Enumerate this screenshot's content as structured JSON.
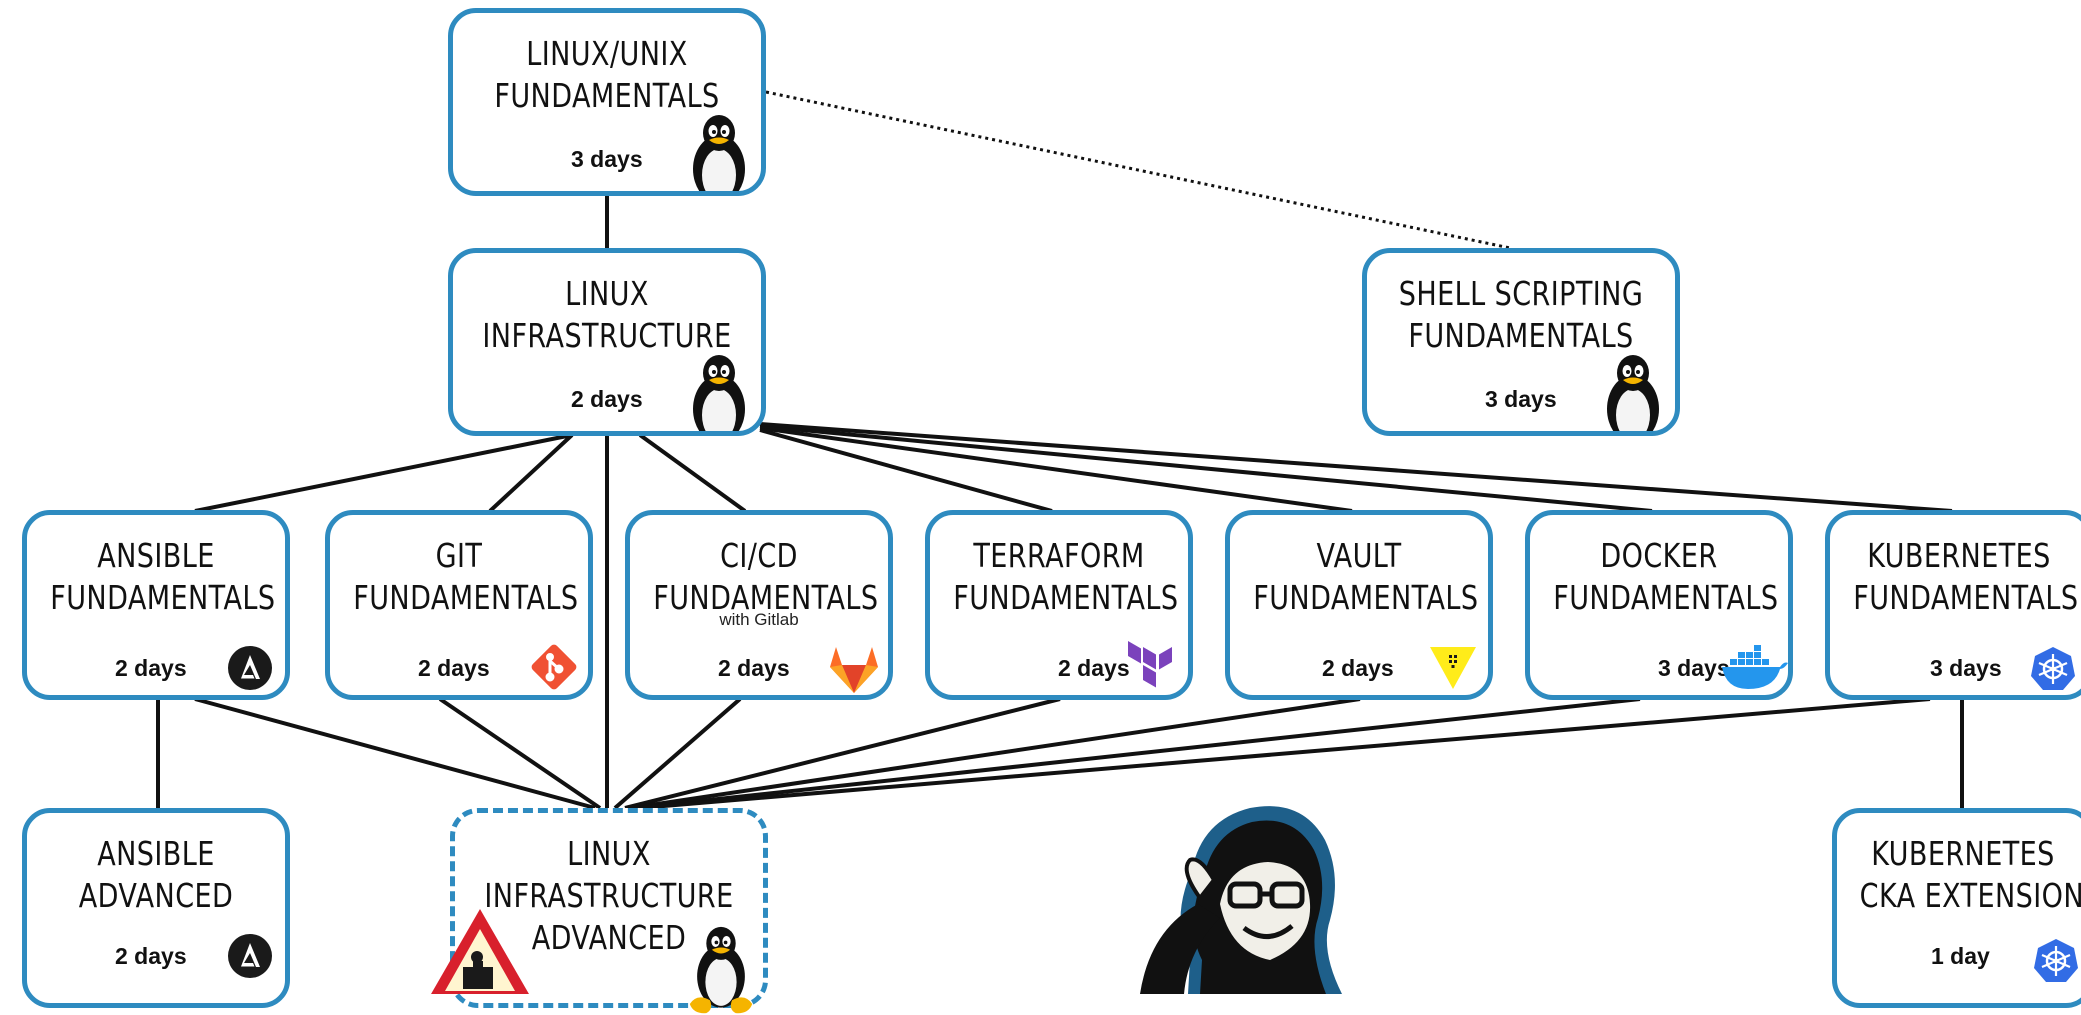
{
  "nodes": {
    "linux_unix": {
      "title": "LINUX/UNIX\nFUNDAMENTALS",
      "duration": "3 days",
      "icon": "tux-penguin-icon"
    },
    "linux_infra": {
      "title": "LINUX\nINFRASTRUCTURE",
      "duration": "2 days",
      "icon": "tux-penguin-icon"
    },
    "shell": {
      "title": "SHELL SCRIPTING\nFUNDAMENTALS",
      "duration": "3 days",
      "icon": "tux-penguin-icon"
    },
    "ansible": {
      "title": "ANSIBLE\nFUNDAMENTALS",
      "duration": "2 days",
      "icon": "ansible-icon"
    },
    "git": {
      "title": "GIT\nFUNDAMENTALS",
      "duration": "2 days",
      "icon": "git-icon"
    },
    "cicd": {
      "title": "CI/CD\nFUNDAMENTALS",
      "note": "with Gitlab",
      "duration": "2 days",
      "icon": "gitlab-icon"
    },
    "terraform": {
      "title": "TERRAFORM\nFUNDAMENTALS",
      "duration": "2 days",
      "icon": "terraform-icon"
    },
    "vault": {
      "title": "VAULT\nFUNDAMENTALS",
      "duration": "2 days",
      "icon": "vault-icon"
    },
    "docker": {
      "title": "DOCKER\nFUNDAMENTALS",
      "duration": "3 days",
      "icon": "docker-icon"
    },
    "kubernetes": {
      "title": "KUBERNETES\nFUNDAMENTALS",
      "duration": "3 days",
      "icon": "kubernetes-icon"
    },
    "ansible_adv": {
      "title": "ANSIBLE\nADVANCED",
      "duration": "2 days",
      "icon": "ansible-icon"
    },
    "linux_adv": {
      "title": "LINUX\nINFRASTRUCTURE\nADVANCED",
      "icon": "tux-penguin-icon",
      "badge": "under-construction-icon"
    },
    "k8s_cka": {
      "title": "KUBERNETES\nCKA EXTENSION",
      "duration": "1 day",
      "icon": "kubernetes-icon"
    }
  },
  "colors": {
    "box_border": "#2e8bc0",
    "connector": "#111111"
  },
  "illustration": "instructor-portrait"
}
